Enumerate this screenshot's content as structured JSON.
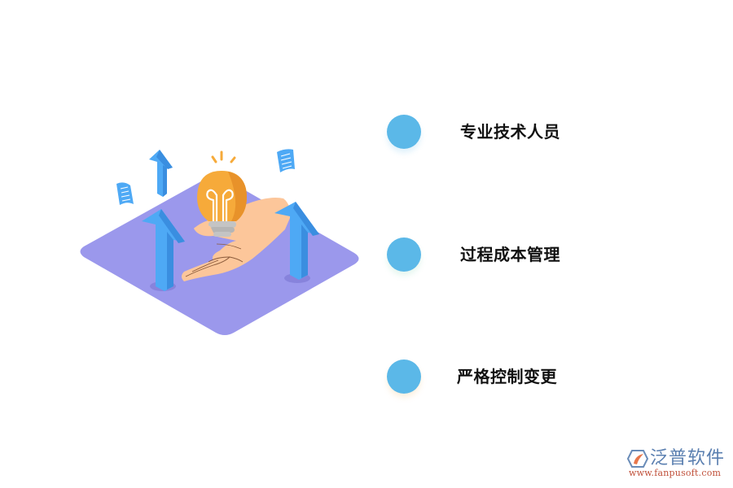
{
  "illustration": {
    "description": "isometric purple platform with hand holding light bulb and blue up arrows",
    "colors": {
      "platform": "#9b98ec",
      "arrow": "#4ea9f5",
      "arrow_side": "#3a8ee0",
      "bulb": "#f6aa3a",
      "bulb_shade": "#e8922a",
      "bulb_base": "#bdbdbd",
      "hand": "#fcc69a",
      "paper": "#4ea9f5"
    }
  },
  "items": [
    {
      "label": "专业技术人员",
      "dot_color": "#5bb8e8"
    },
    {
      "label": "过程成本管理",
      "dot_color": "#5bb8e8"
    },
    {
      "label": "严格控制变更",
      "dot_color": "#5bb8e8"
    }
  ],
  "logo": {
    "name": "泛普软件",
    "url": "www.fanpusoft.com"
  }
}
